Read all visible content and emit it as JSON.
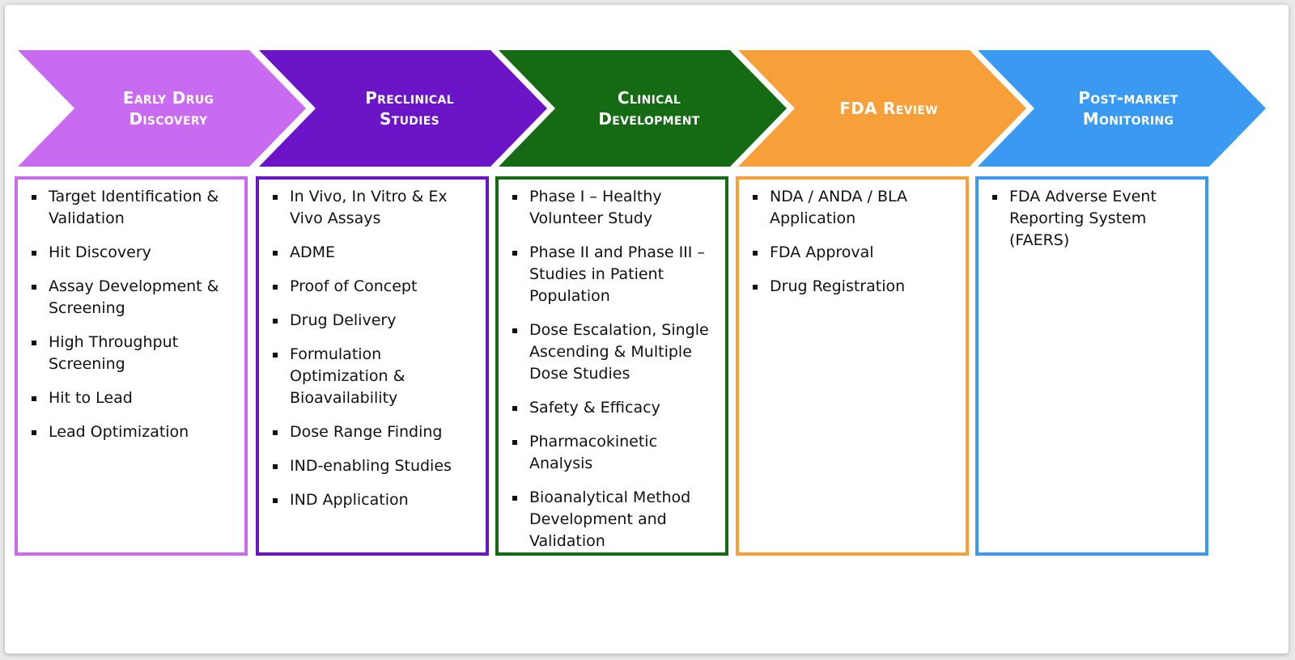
{
  "stages": [
    {
      "id": "discovery",
      "title_lines": [
        "Early Drug",
        "Discovery"
      ],
      "color": "#c86bf0",
      "items": [
        "Target Identification & Validation",
        "Hit Discovery",
        "Assay Development & Screening",
        "High Throughput Screening",
        "Hit to Lead",
        "Lead Optimization"
      ]
    },
    {
      "id": "preclinical",
      "title_lines": [
        "Preclinical",
        "Studies"
      ],
      "color": "#6b14c8",
      "items": [
        "In Vivo, In Vitro & Ex Vivo Assays",
        "ADME",
        "Proof of Concept",
        "Drug Delivery",
        "Formulation Optimization & Bioavailability",
        "Dose Range Finding",
        "IND-enabling Studies",
        "IND Application"
      ]
    },
    {
      "id": "clinical",
      "title_lines": [
        "Clinical",
        "Development"
      ],
      "color": "#146b14",
      "items": [
        "Phase I – Healthy Volunteer Study",
        "Phase II and Phase III – Studies in Patient Population",
        "Dose Escalation, Single Ascending & Multiple Dose Studies",
        "Safety & Efficacy",
        "Pharmacokinetic Analysis",
        "Bioanalytical Method Development and Validation"
      ]
    },
    {
      "id": "fda-review",
      "title_lines": [
        "FDA Review"
      ],
      "color": "#f7a03a",
      "items": [
        "NDA / ANDA / BLA Application",
        "FDA Approval",
        "Drug Registration"
      ]
    },
    {
      "id": "post-market",
      "title_lines": [
        "Post-market",
        "Monitoring"
      ],
      "color": "#3a9af2",
      "items": [
        "FDA Adverse Event Reporting System (FAERS)"
      ]
    }
  ]
}
